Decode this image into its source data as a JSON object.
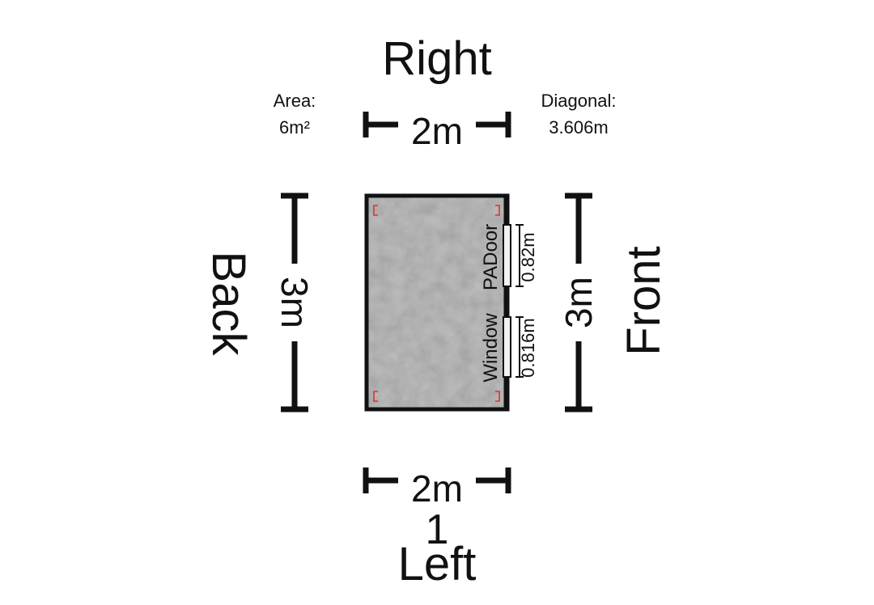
{
  "labels": {
    "right": "Right",
    "left": "Left",
    "back": "Back",
    "front": "Front",
    "left_number": "1"
  },
  "info": {
    "area_label": "Area:",
    "area_value": "6m²",
    "diagonal_label": "Diagonal:",
    "diagonal_value": "3.606m"
  },
  "dimensions": {
    "top_width": "2m",
    "bottom_width": "2m",
    "back_length": "3m",
    "front_length": "3m"
  },
  "openings": {
    "door_label": "PADoor",
    "door_width": "0.82m",
    "window_label": "Window",
    "window_width": "0.816m"
  },
  "colors": {
    "ink": "#111111",
    "floor": "#bdbdbd",
    "corner_marker": "#e03030",
    "opening_fill": "#f2f2f2"
  }
}
